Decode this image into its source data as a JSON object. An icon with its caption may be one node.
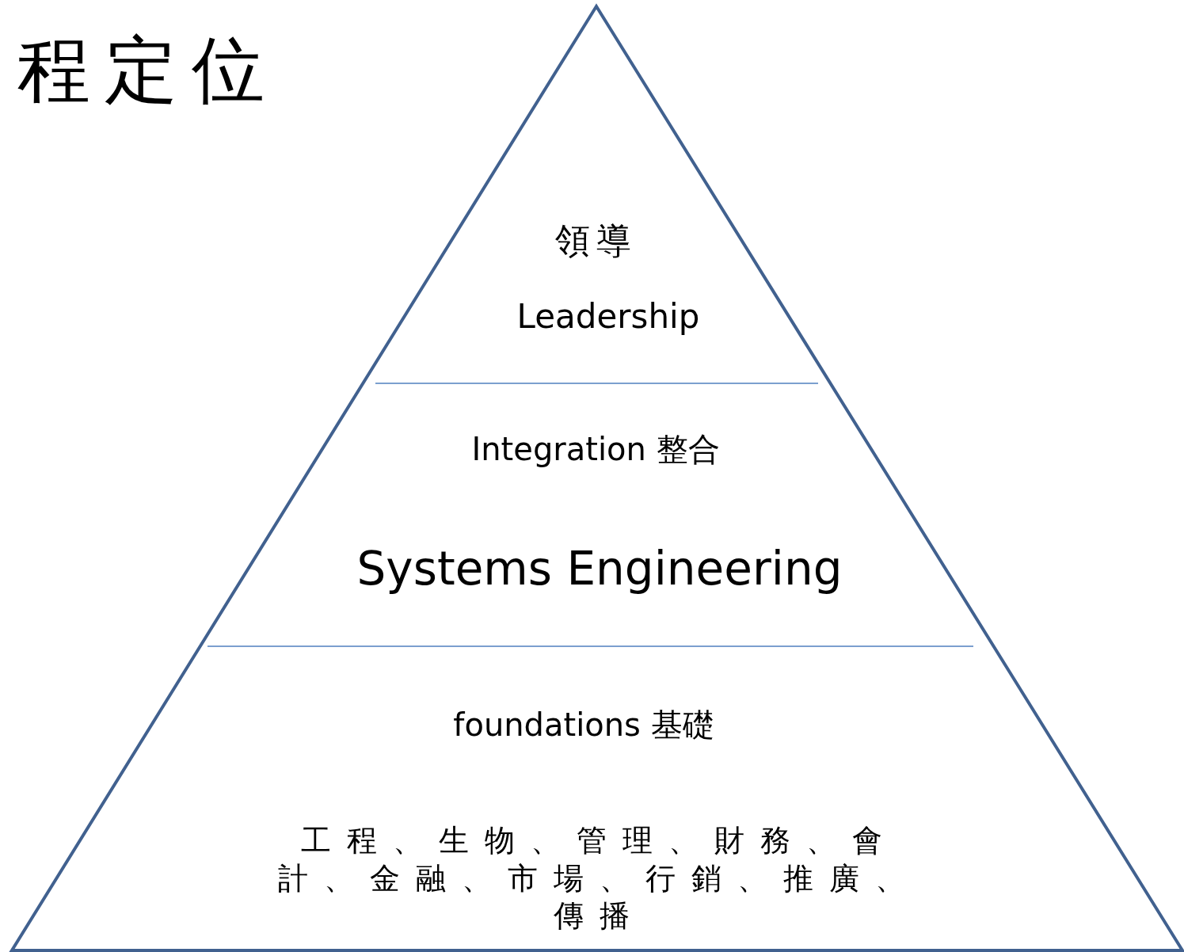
{
  "diagram": {
    "title": "程定位",
    "nodes": [
      {
        "text": [],
        "shape": "triangle"
      },
      {
        "text": [
          "領導",
          "Leadership"
        ],
        "in": 0
      },
      {
        "text": [
          "Integration 整合",
          "Systems Engineering"
        ],
        "in": 0
      },
      {
        "text": [
          "foundations 基礎",
          "工程、生物、管理、財務、會計、金融、市場、行銷、推廣、傳播"
        ],
        "in": 0
      }
    ]
  }
}
